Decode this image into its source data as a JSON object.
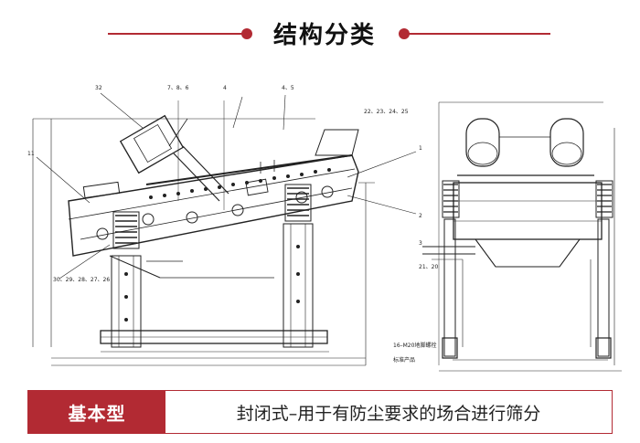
{
  "header": {
    "title": "结构分类"
  },
  "product": {
    "type_label": "基本型",
    "description": "封闭式–用于有防尘要求的场合进行筛分"
  },
  "drawing": {
    "callouts": [
      "32",
      "7、8、6",
      "4",
      "4、5",
      "22、23、24、25",
      "1",
      "11",
      "2",
      "3",
      "21、20",
      "30、29、28、27、26",
      "16–M20地脚螺栓",
      "标准产品"
    ]
  },
  "colors": {
    "accent": "#b22a33",
    "line": "#222222"
  }
}
